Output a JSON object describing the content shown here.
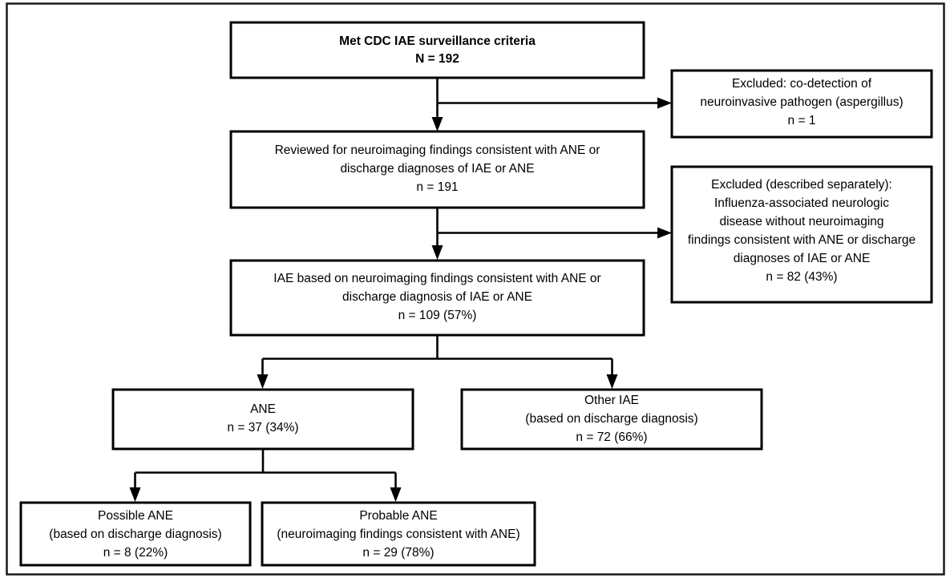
{
  "figure": {
    "type": "flowchart",
    "orientation": "top-down",
    "border": true,
    "accent_color": "#000000",
    "background_color": "#ffffff"
  },
  "nodes": {
    "met_criteria": {
      "id": "met-criteria",
      "bold": true,
      "lines": [
        "Met CDC IAE surveillance criteria",
        "N = 192"
      ],
      "count_label": "N = 192",
      "count": 192
    },
    "excluded_codetection": {
      "id": "excluded-codetection",
      "bold": false,
      "lines": [
        "Excluded: co-detection of",
        "neuroinvasive pathogen (aspergillus)",
        "n = 1"
      ],
      "count_label": "n = 1",
      "count": 1
    },
    "reviewed": {
      "id": "reviewed-for-neuroimaging",
      "bold": false,
      "lines": [
        "Reviewed for neuroimaging findings consistent with ANE or",
        "discharge diagnoses of IAE or ANE",
        "n = 191"
      ],
      "count_label": "n = 191",
      "count": 191
    },
    "excluded_separately": {
      "id": "excluded-described-separately",
      "bold": false,
      "lines": [
        "Excluded (described separately):",
        "Influenza-associated neurologic",
        "disease without neuroimaging",
        "findings consistent with ANE or discharge",
        "diagnoses of IAE or ANE",
        "n = 82 (43%)"
      ],
      "count_label": "n = 82 (43%)",
      "count": 82,
      "percent": "43%"
    },
    "iae_based": {
      "id": "iae-based-on-neuroimaging",
      "bold": false,
      "lines": [
        "IAE based on neuroimaging findings consistent with ANE or",
        "discharge diagnosis of IAE or ANE",
        "n = 109 (57%)"
      ],
      "count_label": "n = 109 (57%)",
      "count": 109,
      "percent": "57%"
    },
    "ane": {
      "id": "ane",
      "bold": false,
      "lines": [
        "ANE",
        "n = 37 (34%)"
      ],
      "count_label": "n = 37 (34%)",
      "count": 37,
      "percent": "34%"
    },
    "other_iae": {
      "id": "other-iae",
      "bold": false,
      "lines": [
        "Other IAE",
        "(based on discharge diagnosis)",
        "n = 72 (66%)"
      ],
      "count_label": "n = 72 (66%)",
      "count": 72,
      "percent": "66%"
    },
    "possible_ane": {
      "id": "possible-ane",
      "bold": false,
      "lines": [
        "Possible ANE",
        "(based on discharge diagnosis)",
        "n = 8 (22%)"
      ],
      "count_label": "n = 8 (22%)",
      "count": 8,
      "percent": "22%"
    },
    "probable_ane": {
      "id": "probable-ane",
      "bold": false,
      "lines": [
        "Probable ANE",
        "(neuroimaging findings consistent with ANE)",
        "n = 29 (78%)"
      ],
      "count_label": "n = 29 (78%)",
      "count": 29,
      "percent": "78%"
    }
  },
  "edges": [
    {
      "from": "met_criteria",
      "to": "reviewed",
      "kind": "down-arrow"
    },
    {
      "from": "met_criteria",
      "to": "excluded_codetection",
      "kind": "side-branch-right"
    },
    {
      "from": "reviewed",
      "to": "iae_based",
      "kind": "down-arrow"
    },
    {
      "from": "reviewed",
      "to": "excluded_separately",
      "kind": "side-branch-right"
    },
    {
      "from": "iae_based",
      "to": "ane",
      "kind": "split-left"
    },
    {
      "from": "iae_based",
      "to": "other_iae",
      "kind": "split-right"
    },
    {
      "from": "ane",
      "to": "possible_ane",
      "kind": "split-left"
    },
    {
      "from": "ane",
      "to": "probable_ane",
      "kind": "split-right"
    }
  ]
}
